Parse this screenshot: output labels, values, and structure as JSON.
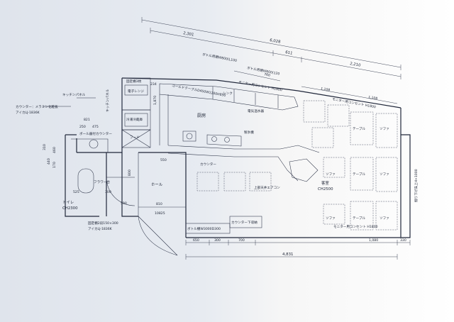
{
  "dimensions": {
    "top_total": "6,028",
    "top_left": "2,301",
    "top_mid": "611",
    "top_right": "2,210",
    "d760": "760",
    "d1108a": "1,108",
    "d1108b": "1,108",
    "d234": "234",
    "d1870": "1,870",
    "d310": "310",
    "d821": "821",
    "d250": "250",
    "d475": "475",
    "d440": "440",
    "d460": "460",
    "d170": "170",
    "d550": "550",
    "d800": "800",
    "d525": "525",
    "d300": "300",
    "d590": "590",
    "d810": "810",
    "d10825": "10825",
    "b_650": "650",
    "b_300": "300",
    "b_700": "700",
    "b_1080": "1,080",
    "b_330": "330",
    "bottom_total": "4,831"
  },
  "labels": {
    "bottle_shelf1": "ボトル用棚W600(L100",
    "bottle_shelf2": "ボトル用棚W600(120",
    "monitor_top": "モニター用コンセント H1800",
    "cold_table": "コールドテーブルD450W1200H850",
    "stock_shelf": "固定棚3枚",
    "electric_range": "電子レンジ",
    "freezer": "冷凍冷蔵庫",
    "kitchen": "厨房",
    "kitchen_panel": "キッチンパネル",
    "hood": "フード",
    "water_heater": "電気温水器",
    "sink": "シンク",
    "ice_maker": "製氷機",
    "counter_top_left": "カウンター：メラミン化粧板",
    "aica": "アイカLJ-1836K",
    "bowl_counter": "ボール器付カウンター",
    "counter": "カウンター",
    "ceiling_ac": "上部天井エアコン",
    "guest_room": "客室",
    "guest_ch": "CH2500",
    "hall": "ホール",
    "toilet": "トイレ",
    "toilet_ch": "CH2300",
    "flower_stand": "フラワー台",
    "monitor_mid": "モニター用コンセント H1800",
    "monitor_bottom": "モニター用コンセント H1800",
    "raised_floor": "掘り下げ床上H+1000",
    "fixed_shelf_bottom": "固定棚2段150×300",
    "aica_bottom": "アイカLJ-1836K",
    "bottle_shelf_bottom": "ボトル棚W3000D300",
    "counter_bottom": "カウンター下収納",
    "table1": "テーブル",
    "table2": "テーブル",
    "table3": "テーブル",
    "sofa1": "ソファ",
    "sofa2": "ソファ",
    "sofa3": "ソファ",
    "sofa4": "ソファ",
    "sofa5": "ソファ"
  }
}
